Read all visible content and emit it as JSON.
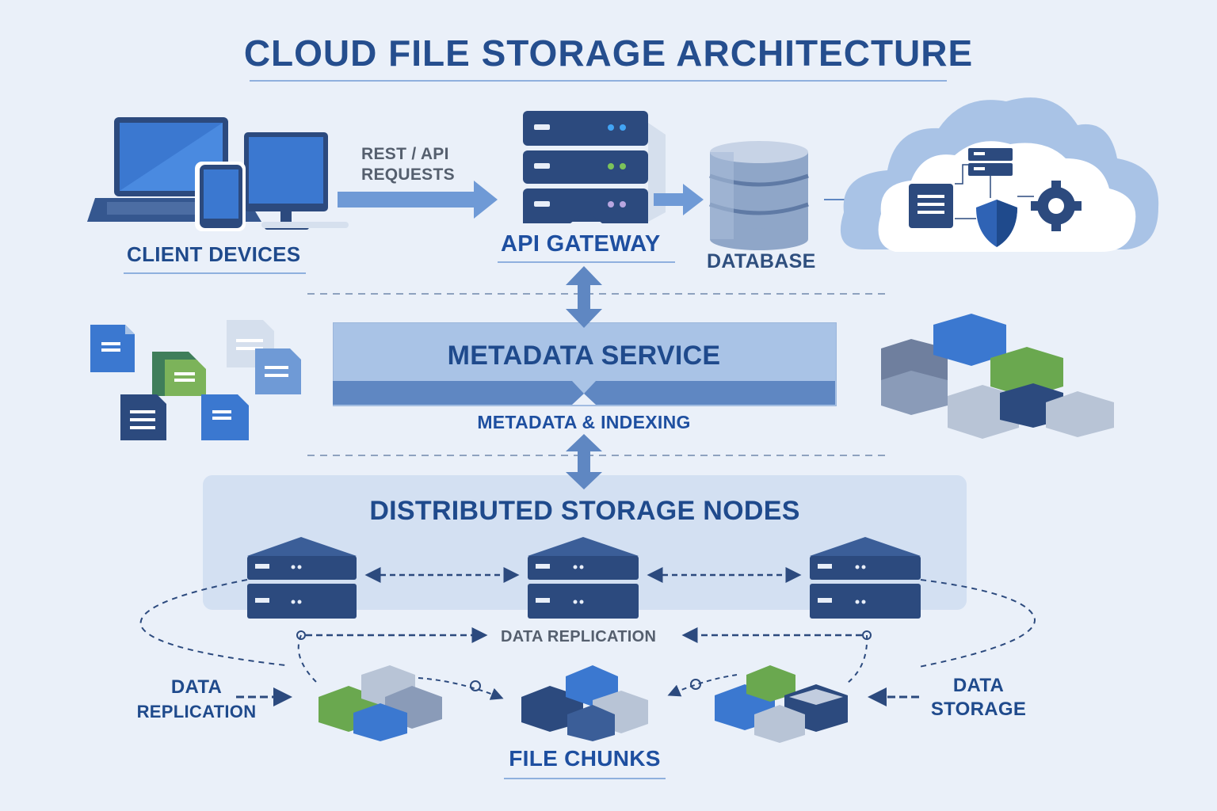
{
  "title": "CLOUD FILE STORAGE ARCHITECTURE",
  "labels": {
    "client_devices": "CLIENT DEVICES",
    "rest_line1": "REST / API",
    "rest_line2": "REQUESTS",
    "api_gateway": "API GATEWAY",
    "database": "DATABASE",
    "metadata_service": "METADATA SERVICE",
    "metadata_indexing": "METADATA & INDEXING",
    "distributed_nodes": "DISTRIBUTED STORAGE NODES",
    "data_replication_center": "DATA REPLICATION",
    "data_replication_left_1": "DATA",
    "data_replication_left_2": "REPLICATION",
    "data_storage_1": "DATA",
    "data_storage_2": "STORAGE",
    "file_chunks": "FILE CHUNKS"
  },
  "colors": {
    "background": "#eaf0f9",
    "primary_navy": "#2c4a7e",
    "accent_blue": "#3b78d0",
    "accent_green": "#6aa84f",
    "light_gray": "#b8c4d6",
    "label_blue": "#1f4a8c"
  },
  "icons": [
    "laptop-icon",
    "tablet-icon",
    "monitor-icon",
    "server-rack-icon",
    "database-cylinder-icon",
    "cloud-icon",
    "document-icon",
    "shield-icon",
    "gear-icon",
    "storage-node-icon",
    "data-block-icon"
  ]
}
